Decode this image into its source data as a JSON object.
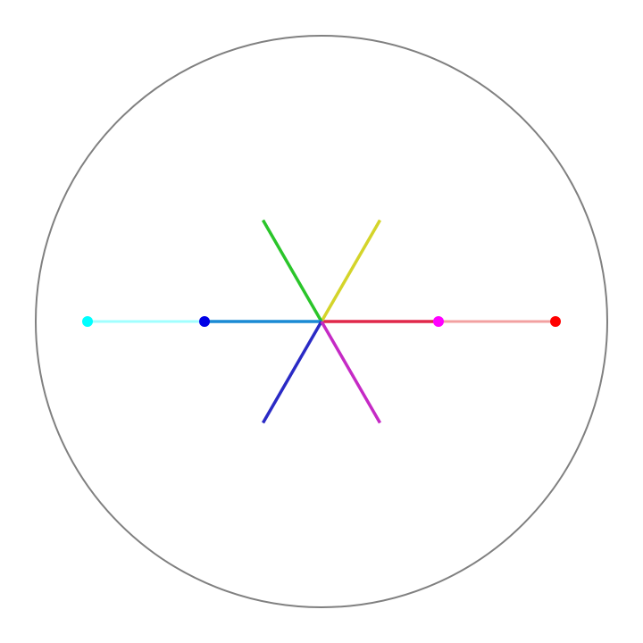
{
  "diagram": {
    "outline_color": "#808080",
    "rays": [
      {
        "id": "red",
        "color": "#e0284a",
        "angle_deg": 0,
        "length": 1.0,
        "dot_color": "#ff00ff",
        "dot_at": 1.0
      },
      {
        "id": "yellow",
        "color": "#d4d42a",
        "angle_deg": 60,
        "length": 1.0,
        "dot_color": null,
        "dot_at": null
      },
      {
        "id": "green",
        "color": "#2ac52a",
        "angle_deg": 120,
        "length": 1.0,
        "dot_color": null,
        "dot_at": null
      },
      {
        "id": "blue",
        "color": "#1a8ad4",
        "angle_deg": 180,
        "length": 1.0,
        "dot_color": "#0000e6",
        "dot_at": 1.0
      },
      {
        "id": "indigo",
        "color": "#2a2ac5",
        "angle_deg": 240,
        "length": 1.0,
        "dot_color": null,
        "dot_at": null
      },
      {
        "id": "magenta",
        "color": "#c52ac5",
        "angle_deg": 300,
        "length": 1.0,
        "dot_color": null,
        "dot_at": null
      }
    ],
    "extensions": [
      {
        "id": "right-extension",
        "color": "#f2a0a0",
        "angle_deg": 0,
        "from": 1.0,
        "to": 2.0,
        "end_dot_color": "#ff0000"
      },
      {
        "id": "left-extension",
        "color": "#a0ffff",
        "angle_deg": 180,
        "from": 1.0,
        "to": 2.0,
        "end_dot_color": "#00ffff"
      }
    ]
  }
}
